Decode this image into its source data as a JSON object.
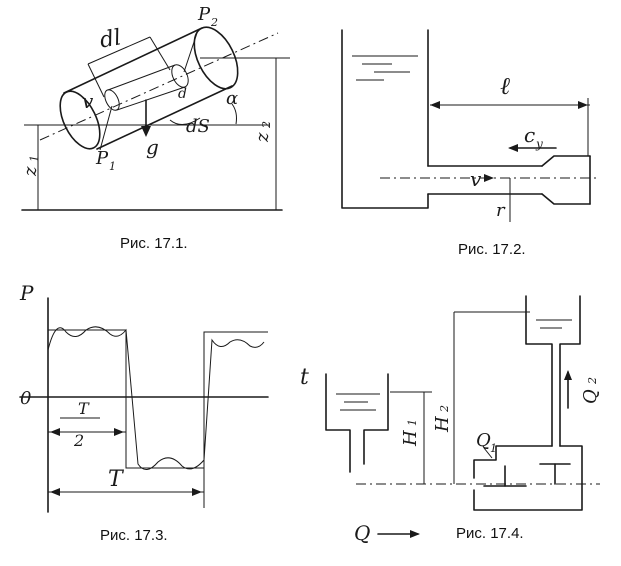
{
  "figures": [
    {
      "caption": "Рис. 17.1.",
      "labels": {
        "p2": "P",
        "p2_sub": "2",
        "p1": "P",
        "p1_sub": "1",
        "dl": "dl",
        "v": "v",
        "d": "d",
        "ds": "dS",
        "alpha": "α",
        "g": "g",
        "z1": "z",
        "z1_sub": "1",
        "z2": "z",
        "z2_sub": "2"
      }
    },
    {
      "caption": "Рис. 17.2.",
      "labels": {
        "l": "ℓ",
        "cy": "c",
        "cy_sub": "y",
        "v": "v",
        "r": "r"
      }
    },
    {
      "caption": "Рис. 17.3.",
      "labels": {
        "p": "P",
        "zero": "0",
        "t_half_num": "T",
        "t_half_den": "2",
        "t": "T"
      }
    },
    {
      "caption": "Рис. 17.4.",
      "labels": {
        "t": "t",
        "h1": "H",
        "h1_sub": "1",
        "h2": "H",
        "h2_sub": "2",
        "q1": "Q",
        "q1_sub": "1",
        "q2": "Q",
        "q2_sub": "2",
        "q": "Q"
      }
    }
  ]
}
